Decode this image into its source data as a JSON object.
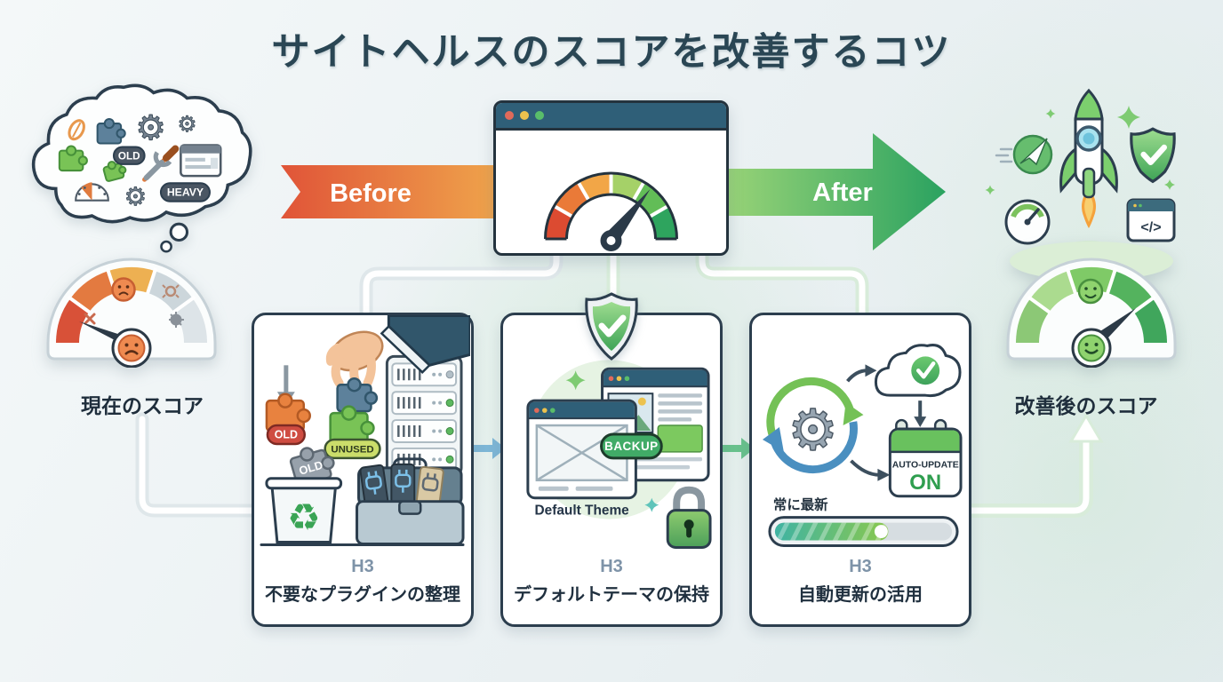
{
  "title": "サイトヘルスのスコアを改善するコツ",
  "flow": {
    "before_label": "Before",
    "after_label": "After"
  },
  "browser": {
    "traffic_light_colors": [
      "#e06a5a",
      "#ecc24e",
      "#59bd6a"
    ]
  },
  "left": {
    "cloud": {
      "badges": [
        "OLD",
        "HEAVY"
      ]
    },
    "gauge_label": "現在のスコア"
  },
  "right": {
    "gauge_label": "改善後のスコア"
  },
  "cards": [
    {
      "eyebrow": "H3",
      "heading": "不要なプラグインの整理",
      "badges": {
        "old": "OLD",
        "unused": "UNUSED",
        "old_bin": "OLD"
      }
    },
    {
      "eyebrow": "H3",
      "heading": "デフォルトテーマの保持",
      "backup_badge": "BACKUP",
      "theme_caption": "Default Theme"
    },
    {
      "eyebrow": "H3",
      "heading": "自動更新の活用",
      "caption": "常に最新",
      "calendar": {
        "top_label": "AUTO-UPDATE",
        "state": "ON"
      },
      "progress_percent": 63
    }
  ],
  "colors": {
    "outline": "#2c3e4e",
    "header_teal": "#2f5f78",
    "accent_green": "#3da25b",
    "accent_orange": "#e8823f",
    "before_gradient": [
      "#e05438",
      "#efa34b"
    ],
    "after_gradient": [
      "#98d377",
      "#2aa260"
    ]
  }
}
